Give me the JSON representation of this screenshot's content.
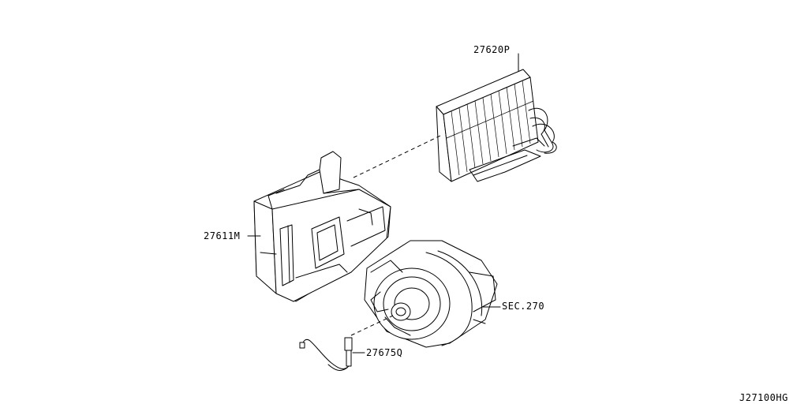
{
  "labels": {
    "evaporator": "27620P",
    "heater_case": "27611M",
    "blower_section": "SEC.270",
    "sensor": "27675Q",
    "diagram_code": "J27100HG"
  }
}
